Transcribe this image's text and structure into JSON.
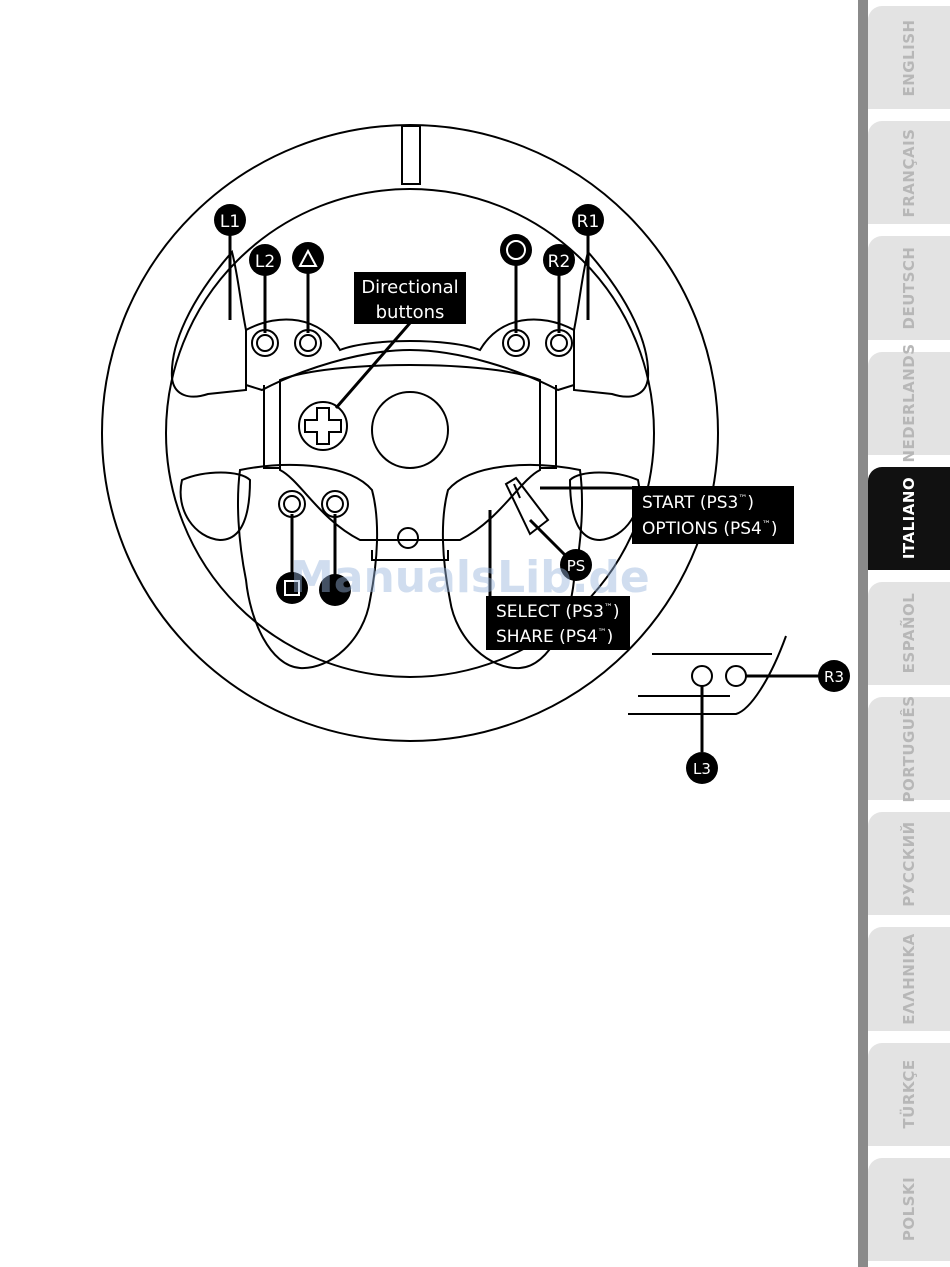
{
  "labels": {
    "l1": "L1",
    "r1": "R1",
    "l2": "L2",
    "r2": "R2",
    "ps": "PS",
    "r3": "R3",
    "l3": "L3",
    "directional_line1": "Directional",
    "directional_line2": "buttons",
    "start_line1": "START (PS3",
    "start_line2": "OPTIONS (PS4",
    "select_line1": "SELECT (PS3",
    "select_line2": "SHARE (PS4",
    "tm": "™",
    "close_paren": ")"
  },
  "watermark": "ManualsLib.de",
  "languages": [
    {
      "label": "ENGLISH",
      "active": false
    },
    {
      "label": "FRANÇAIS",
      "active": false
    },
    {
      "label": "DEUTSCH",
      "active": false
    },
    {
      "label": "NEDERLANDS",
      "active": false
    },
    {
      "label": "ITALIANO",
      "active": true
    },
    {
      "label": "ESPAÑOL",
      "active": false
    },
    {
      "label": "PORTUGUÊS",
      "active": false
    },
    {
      "label": "РУССКИЙ",
      "active": false
    },
    {
      "label": "ΕΛΛΗΝΙΚΑ",
      "active": false
    },
    {
      "label": "TÜRKÇE",
      "active": false
    },
    {
      "label": "POLSKI",
      "active": false
    }
  ],
  "colors": {
    "tab_bg": "#e3e3e3",
    "tab_text": "#b7b7b7",
    "tab_active_bg": "#111111",
    "tab_active_text": "#ffffff",
    "strip": "#8a8a8a"
  }
}
